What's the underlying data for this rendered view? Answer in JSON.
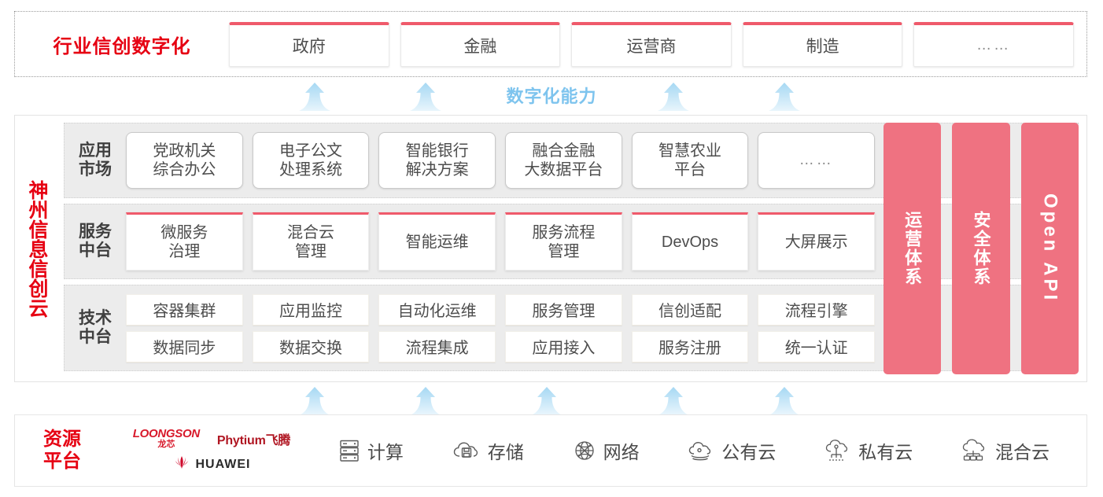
{
  "industry": {
    "title": "行业信创数字化",
    "boxes": [
      {
        "label": "政府"
      },
      {
        "label": "金融"
      },
      {
        "label": "运营商"
      },
      {
        "label": "制造"
      },
      {
        "label": "……"
      }
    ]
  },
  "capability_label": "数字化能力",
  "cloud": {
    "title": "神州信息信创云",
    "bands": [
      {
        "id": "app",
        "label": "应用市场",
        "label_lines": [
          "应用",
          "市场"
        ],
        "items": [
          {
            "lines": [
              "党政机关",
              "综合办公"
            ]
          },
          {
            "lines": [
              "电子公文",
              "处理系统"
            ]
          },
          {
            "lines": [
              "智能银行",
              "解决方案"
            ]
          },
          {
            "lines": [
              "融合金融",
              "大数据平台"
            ]
          },
          {
            "lines": [
              "智慧农业",
              "平台"
            ]
          },
          {
            "lines": [
              "……"
            ]
          }
        ]
      },
      {
        "id": "svc",
        "label": "服务中台",
        "label_lines": [
          "服务",
          "中台"
        ],
        "items": [
          {
            "lines": [
              "微服务",
              "治理"
            ]
          },
          {
            "lines": [
              "混合云",
              "管理"
            ]
          },
          {
            "lines": [
              "智能运维"
            ]
          },
          {
            "lines": [
              "服务流程",
              "管理"
            ]
          },
          {
            "lines": [
              "DevOps"
            ]
          },
          {
            "lines": [
              "大屏展示"
            ]
          }
        ]
      },
      {
        "id": "tech",
        "label": "技术中台",
        "label_lines": [
          "技术",
          "中台"
        ],
        "rows": [
          [
            "容器集群",
            "应用监控",
            "自动化运维",
            "服务管理",
            "信创适配",
            "流程引擎"
          ],
          [
            "数据同步",
            "数据交换",
            "流程集成",
            "应用接入",
            "服务注册",
            "统一认证"
          ]
        ]
      }
    ],
    "pillars": [
      {
        "label": "运营体系",
        "orientation": "cjk"
      },
      {
        "label": "安全体系",
        "orientation": "cjk"
      },
      {
        "label": "Open API",
        "orientation": "latin"
      }
    ]
  },
  "resource": {
    "title_lines": [
      "资源",
      "平台"
    ],
    "vendors": {
      "loongson_en": "LOONGSON",
      "loongson_cn": "龙芯",
      "phytium": "Phytium飞腾",
      "huawei": "HUAWEI"
    },
    "items": [
      {
        "label": "计算",
        "icon": "server-icon"
      },
      {
        "label": "存储",
        "icon": "cloud-storage-icon"
      },
      {
        "label": "网络",
        "icon": "network-globe-icon"
      },
      {
        "label": "公有云",
        "icon": "public-cloud-icon"
      },
      {
        "label": "私有云",
        "icon": "private-cloud-icon"
      },
      {
        "label": "混合云",
        "icon": "hybrid-cloud-icon"
      }
    ]
  },
  "colors": {
    "brand_red": "#e60012",
    "accent_pink": "#ef5a6b",
    "pillar_pink": "#ef7281",
    "arrow_blue": "#bfe2f7",
    "capability_blue": "#7ec4ee",
    "band_gray": "#ececec"
  }
}
